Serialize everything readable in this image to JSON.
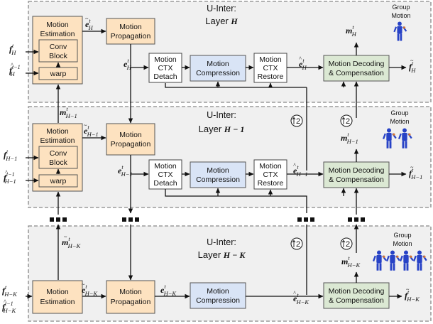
{
  "layers": [
    {
      "title": "U-Inter:",
      "name_text": "Layer ",
      "name_var": "H"
    },
    {
      "title": "U-Inter:",
      "name_text": "Layer ",
      "name_var": "H − 1"
    },
    {
      "title": "U-Inter:",
      "name_text": "Layer ",
      "name_var": "H − K"
    }
  ],
  "boxes": {
    "motion_estimation": [
      "Motion",
      "Estimation"
    ],
    "conv_block": [
      "Conv",
      "Block"
    ],
    "warp": "warp",
    "motion_propagation": [
      "Motion",
      "Propagation"
    ],
    "ctx_detach": [
      "Motion",
      "CTX",
      "Detach"
    ],
    "motion_compression": [
      "Motion",
      "Compression"
    ],
    "ctx_restore": [
      "Motion",
      "CTX",
      "Restore"
    ],
    "motion_decoding": [
      "Motion Decoding",
      "& Compensation"
    ]
  },
  "group_motion": [
    "Group",
    "Motion"
  ],
  "upsample_label": "2",
  "subscripts": {
    "h": "H",
    "h1": "H−1",
    "hk": "H−K"
  },
  "superscripts": {
    "t": "t",
    "t1": "t−1"
  },
  "glyphs": {
    "f": "f",
    "e": "e",
    "m": "m",
    "hat": "^",
    "tilde": "~"
  },
  "colors": {
    "motion_estimation": "#fde2c0",
    "motion_propagation": "#fde2c0",
    "conv_block": "#fde2c0",
    "motion_compression": "#d9e4f6",
    "motion_decoding": "#dbe8d3",
    "ctx_box": "#ffffff",
    "layer_panel": "#f0f0f0",
    "border": "#7a7a7a",
    "figure": "#2742c6"
  }
}
